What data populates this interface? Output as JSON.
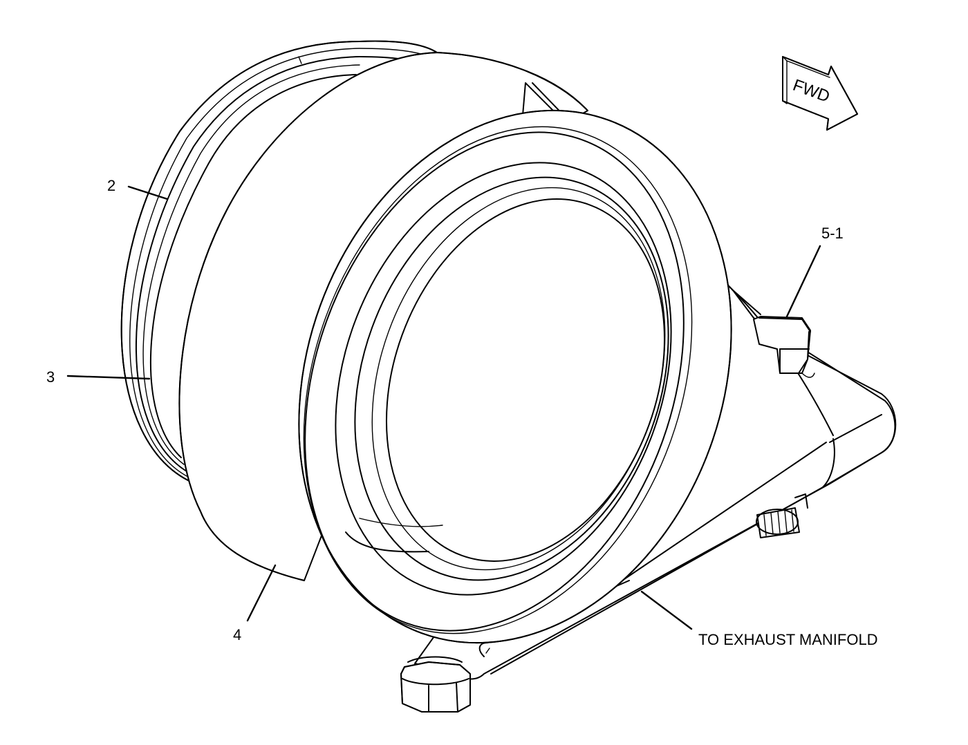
{
  "callouts": {
    "part_2": "2",
    "part_3": "3",
    "part_4": "4",
    "part_5_1": "5-1",
    "exhaust_note": "TO EXHAUST MANIFOLD"
  },
  "direction_arrow": {
    "label": "FWD",
    "icon": "direction-arrow-icon"
  },
  "colors": {
    "line": "#000000",
    "background": "#ffffff"
  }
}
